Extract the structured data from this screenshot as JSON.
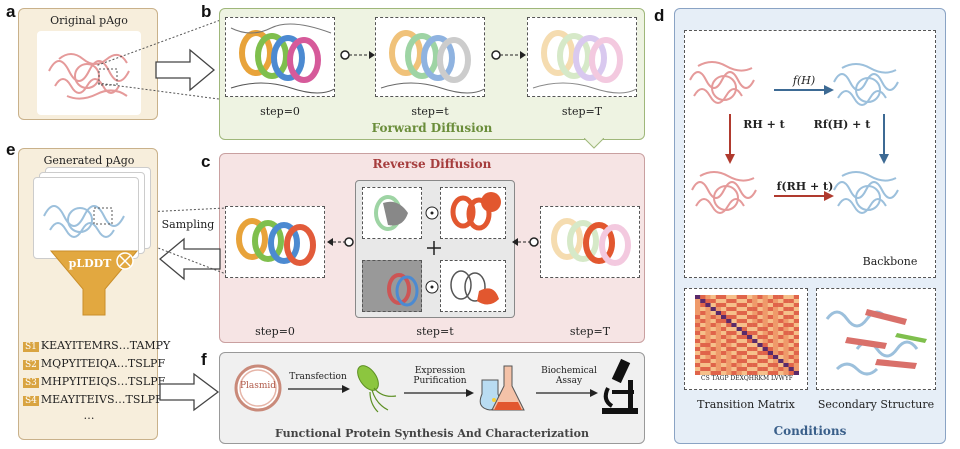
{
  "panels": {
    "a": {
      "letter": "a",
      "title": "Original pAgo"
    },
    "b": {
      "letter": "b",
      "title": "Forward Diffusion",
      "steps": [
        "step=0",
        "step=t",
        "step=T"
      ]
    },
    "c": {
      "letter": "c",
      "title": "Reverse Diffusion",
      "steps": [
        "step=0",
        "step=t",
        "step=T"
      ],
      "sampling_label": "Sampling"
    },
    "d": {
      "letter": "d",
      "backbone_label": "Backbone",
      "transition_label": "Transition Matrix",
      "secondary_label": "Secondary Structure",
      "title": "Conditions",
      "eq_top": "f(H)",
      "eq_left": "RH + t",
      "eq_right": "Rf(H) + t",
      "eq_bottom": "f(RH + t)",
      "matrix_axis": "CS TAGP DEXQHRKM LVWYF"
    },
    "e": {
      "letter": "e",
      "title": "Generated pAgo",
      "filter_label": "pLDDT",
      "sequences": [
        {
          "tag": "S1",
          "seq": "KEAYITEMRS…TAMPY"
        },
        {
          "tag": "S2",
          "seq": "MQPYITEIQA…TSLPF"
        },
        {
          "tag": "S3",
          "seq": "MHPYITEIQS…TSLPF"
        },
        {
          "tag": "S4",
          "seq": "MEAYITEIVS…TSLPF"
        }
      ],
      "ellipsis": "…"
    },
    "f": {
      "letter": "f",
      "title": "Functional Protein Synthesis And Characterization",
      "plasmid": "Plasmid",
      "transfection": "Transfection",
      "expression": "Expression",
      "purification": "Purification",
      "biochemical": "Biochemical",
      "assay": "Assay"
    }
  },
  "colors": {
    "green_bg": "#eef3e2",
    "green_border": "#9fb77a",
    "red_bg": "#f6e4e4",
    "red_border": "#c9a0a0",
    "tan_bg": "#f7eedc",
    "tan_border": "#c9b18a",
    "blue_bg": "#e6eef7",
    "blue_border": "#8aa3c4",
    "gray_bg": "#f0f0f0",
    "gray_border": "#999999",
    "arrow_red": "#b03a2e",
    "arrow_blue": "#3d6a94",
    "protein_red": "#e59a9a",
    "protein_blue": "#9cc0dc"
  }
}
